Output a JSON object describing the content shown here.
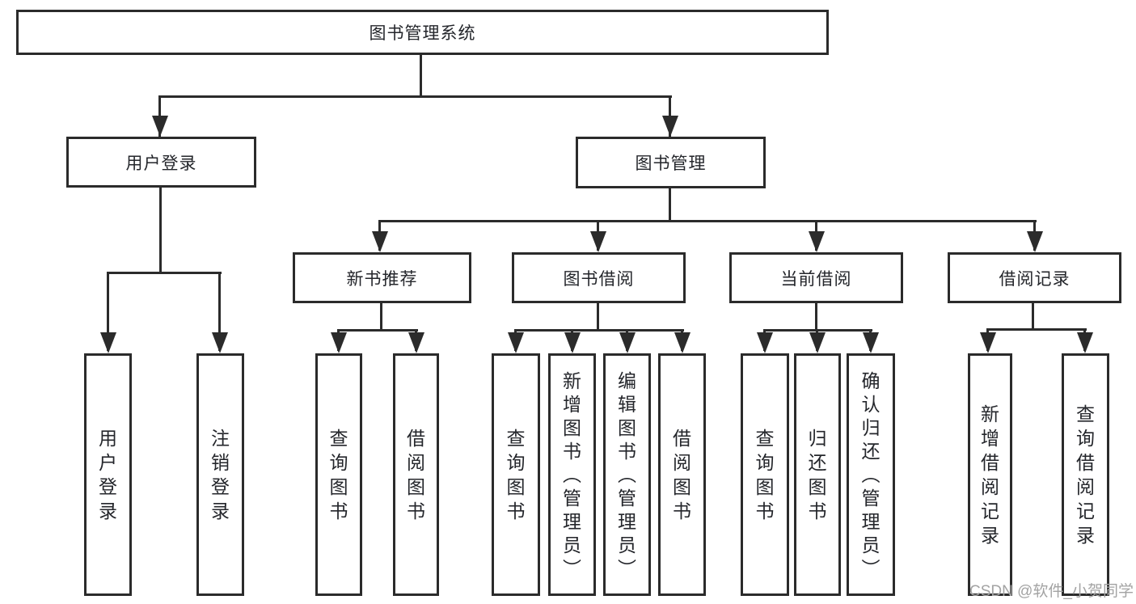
{
  "tree": {
    "root": "图书管理系统",
    "children": [
      {
        "label": "用户登录",
        "children": [
          {
            "label": "用户登录"
          },
          {
            "label": "注销登录"
          }
        ]
      },
      {
        "label": "图书管理",
        "children": [
          {
            "label": "新书推荐",
            "children": [
              {
                "label": "查询图书"
              },
              {
                "label": "借阅图书"
              }
            ]
          },
          {
            "label": "图书借阅",
            "children": [
              {
                "label": "查询图书"
              },
              {
                "label": "新增图书（管理员）"
              },
              {
                "label": "编辑图书（管理员）"
              },
              {
                "label": "借阅图书"
              }
            ]
          },
          {
            "label": "当前借阅",
            "children": [
              {
                "label": "查询图书"
              },
              {
                "label": "归还图书"
              },
              {
                "label": "确认归还（管理员）"
              }
            ]
          },
          {
            "label": "借阅记录",
            "children": [
              {
                "label": "新增借阅记录"
              },
              {
                "label": "查询借阅记录"
              }
            ]
          }
        ]
      }
    ]
  },
  "watermark": {
    "text": "CSDN @软件_小贺同学"
  },
  "colors": {
    "line": "#2b2b2b",
    "text": "#24262b",
    "watermark": "#a3a3a3",
    "background": "#ffffff"
  }
}
